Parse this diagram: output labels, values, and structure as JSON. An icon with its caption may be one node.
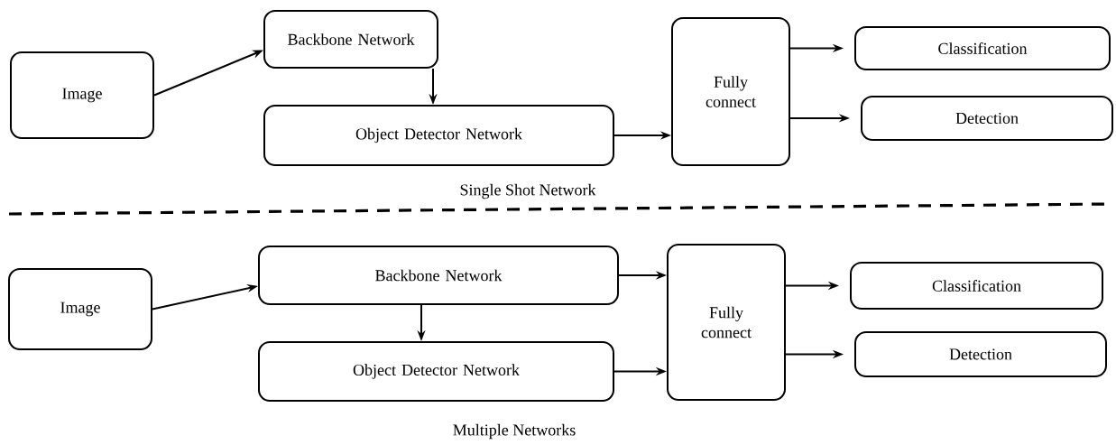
{
  "diagram": {
    "nodes": [
      {
        "text": [
          "Image"
        ]
      },
      {
        "text": [
          "Backbone Network"
        ]
      },
      {
        "text": [
          "Object Detector Network"
        ]
      },
      {
        "text": [
          "Fully connect"
        ]
      },
      {
        "text": [
          "Classification"
        ]
      },
      {
        "text": [
          "Detection"
        ]
      },
      {
        "text": [
          "Image"
        ]
      },
      {
        "text": [
          "Backbone Network"
        ]
      },
      {
        "text": [
          "Object Detector Network"
        ]
      },
      {
        "text": [
          "Fully connect"
        ]
      },
      {
        "text": [
          "Classification"
        ]
      },
      {
        "text": [
          "Detection"
        ]
      }
    ],
    "edges": [
      {
        "from": 0,
        "to": 1,
        "arrow": "to"
      },
      {
        "from": 1,
        "to": 2,
        "arrow": "to"
      },
      {
        "from": 2,
        "to": 3,
        "arrow": "to"
      },
      {
        "from": 3,
        "to": 4,
        "arrow": "to"
      },
      {
        "from": 3,
        "to": 5,
        "arrow": "to"
      },
      {
        "from": 6,
        "to": 7,
        "arrow": "to"
      },
      {
        "from": 7,
        "to": 8,
        "arrow": "to"
      },
      {
        "from": 7,
        "to": 9,
        "arrow": "to"
      },
      {
        "from": 8,
        "to": 9,
        "arrow": "to"
      },
      {
        "from": 9,
        "to": 10,
        "arrow": "to"
      },
      {
        "from": 9,
        "to": 11,
        "arrow": "to"
      }
    ],
    "labels": [
      "Single Shot Network",
      "Multiple Networks"
    ]
  }
}
